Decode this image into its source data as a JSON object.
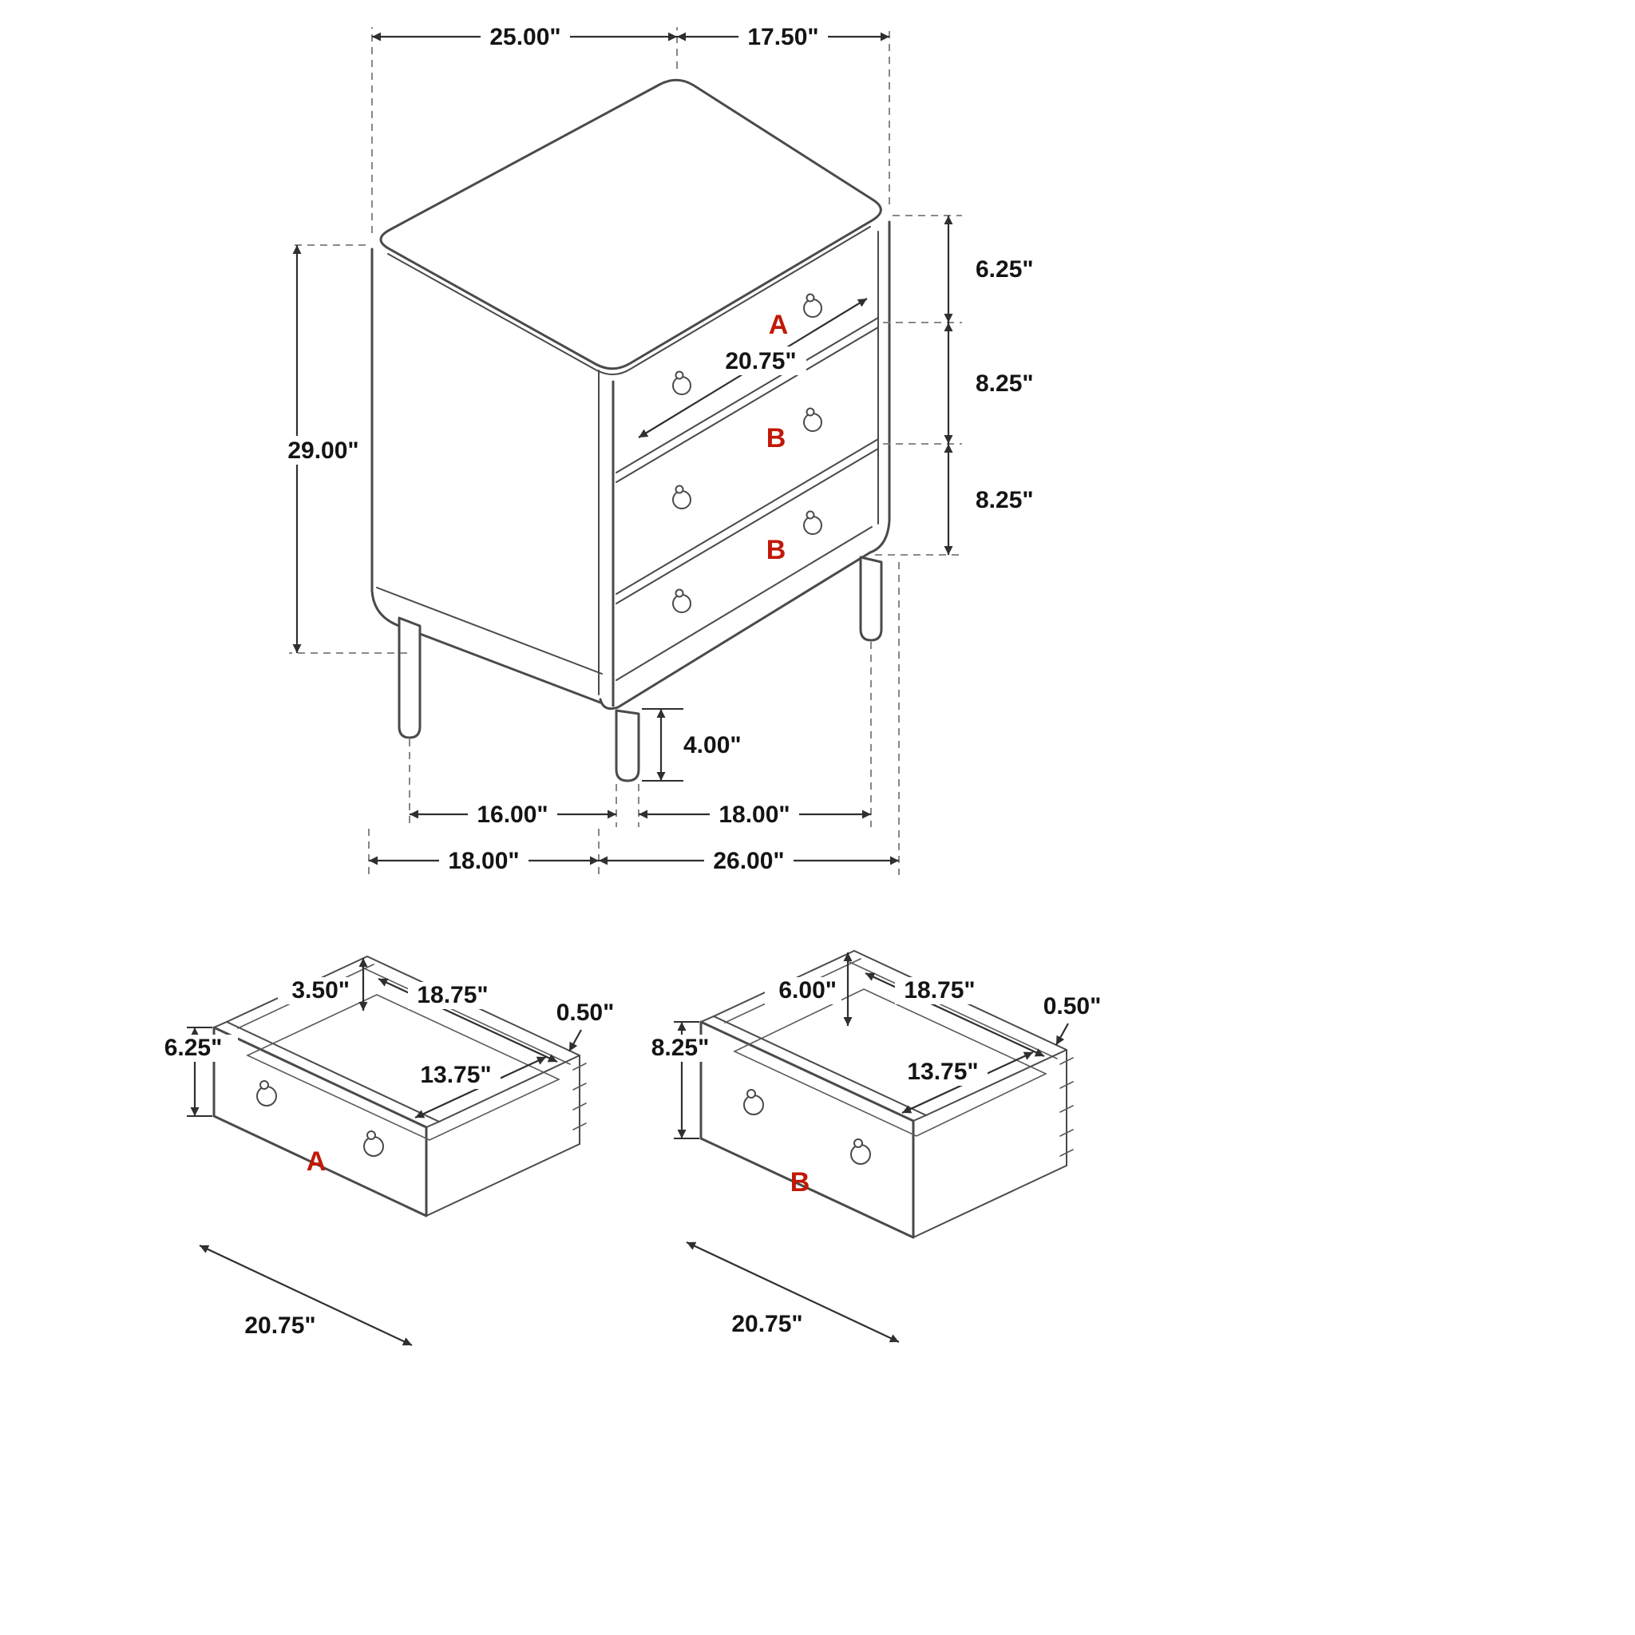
{
  "meta": {
    "background_color": "#ffffff",
    "line_color": "#4a4a4a",
    "dimension_color": "#2f2f2f",
    "accent_color": "#c21807",
    "description": "Dimensional line drawing of a 3-drawer chest with two drawer detail views"
  },
  "main_view": {
    "name": "chest-overall-dimensions",
    "drawer_labels": {
      "top": "A",
      "middle": "B",
      "bottom": "B"
    },
    "dims": {
      "top_width": "25.00\"",
      "top_depth": "17.50\"",
      "height": "29.00\"",
      "drawer_top_height": "6.25\"",
      "drawer_middle_height": "8.25\"",
      "drawer_bottom_height": "8.25\"",
      "drawer_front_width": "20.75\"",
      "leg_height": "4.00\"",
      "leg_spacing_front": "16.00\"",
      "leg_spacing_side": "18.00\"",
      "base_width": "18.00\"",
      "base_depth": "26.00\""
    }
  },
  "drawer_a": {
    "label": "A",
    "dims": {
      "wall_height": "3.50\"",
      "interior_width": "18.75\"",
      "front_height": "6.25\"",
      "wall_thickness": "0.50\"",
      "interior_depth": "13.75\"",
      "front_width": "20.75\""
    }
  },
  "drawer_b": {
    "label": "B",
    "dims": {
      "wall_height": "6.00\"",
      "interior_width": "18.75\"",
      "front_height": "8.25\"",
      "wall_thickness": "0.50\"",
      "interior_depth": "13.75\"",
      "front_width": "20.75\""
    }
  }
}
